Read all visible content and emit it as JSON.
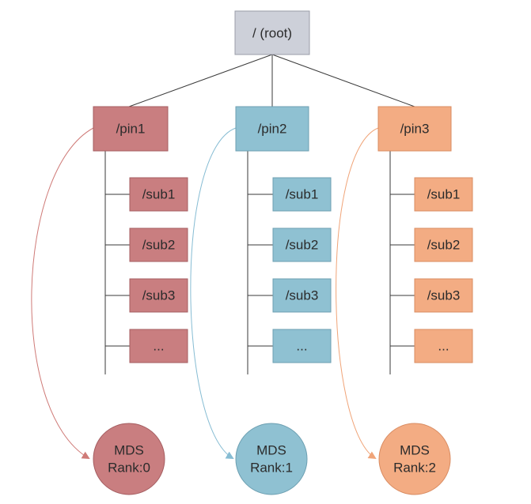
{
  "root": {
    "label": "/ (root)",
    "fill": "#cdd0d9",
    "stroke": "#9a9da8"
  },
  "branches": [
    {
      "pin_label": "/pin1",
      "subs": [
        "/sub1",
        "/sub2",
        "/sub3",
        "..."
      ],
      "mds_line1": "MDS",
      "mds_line2": "Rank:0",
      "color": "#c97e80",
      "stroke": "#a55d60",
      "arc_color": "#cf7a77"
    },
    {
      "pin_label": "/pin2",
      "subs": [
        "/sub1",
        "/sub2",
        "/sub3",
        "..."
      ],
      "mds_line1": "MDS",
      "mds_line2": "Rank:1",
      "color": "#8fc1d2",
      "stroke": "#6c9fb1",
      "arc_color": "#86bcd3"
    },
    {
      "pin_label": "/pin3",
      "subs": [
        "/sub1",
        "/sub2",
        "/sub3",
        "..."
      ],
      "mds_line1": "MDS",
      "mds_line2": "Rank:2",
      "color": "#f3ac83",
      "stroke": "#d98c62",
      "arc_color": "#f0a478"
    }
  ]
}
